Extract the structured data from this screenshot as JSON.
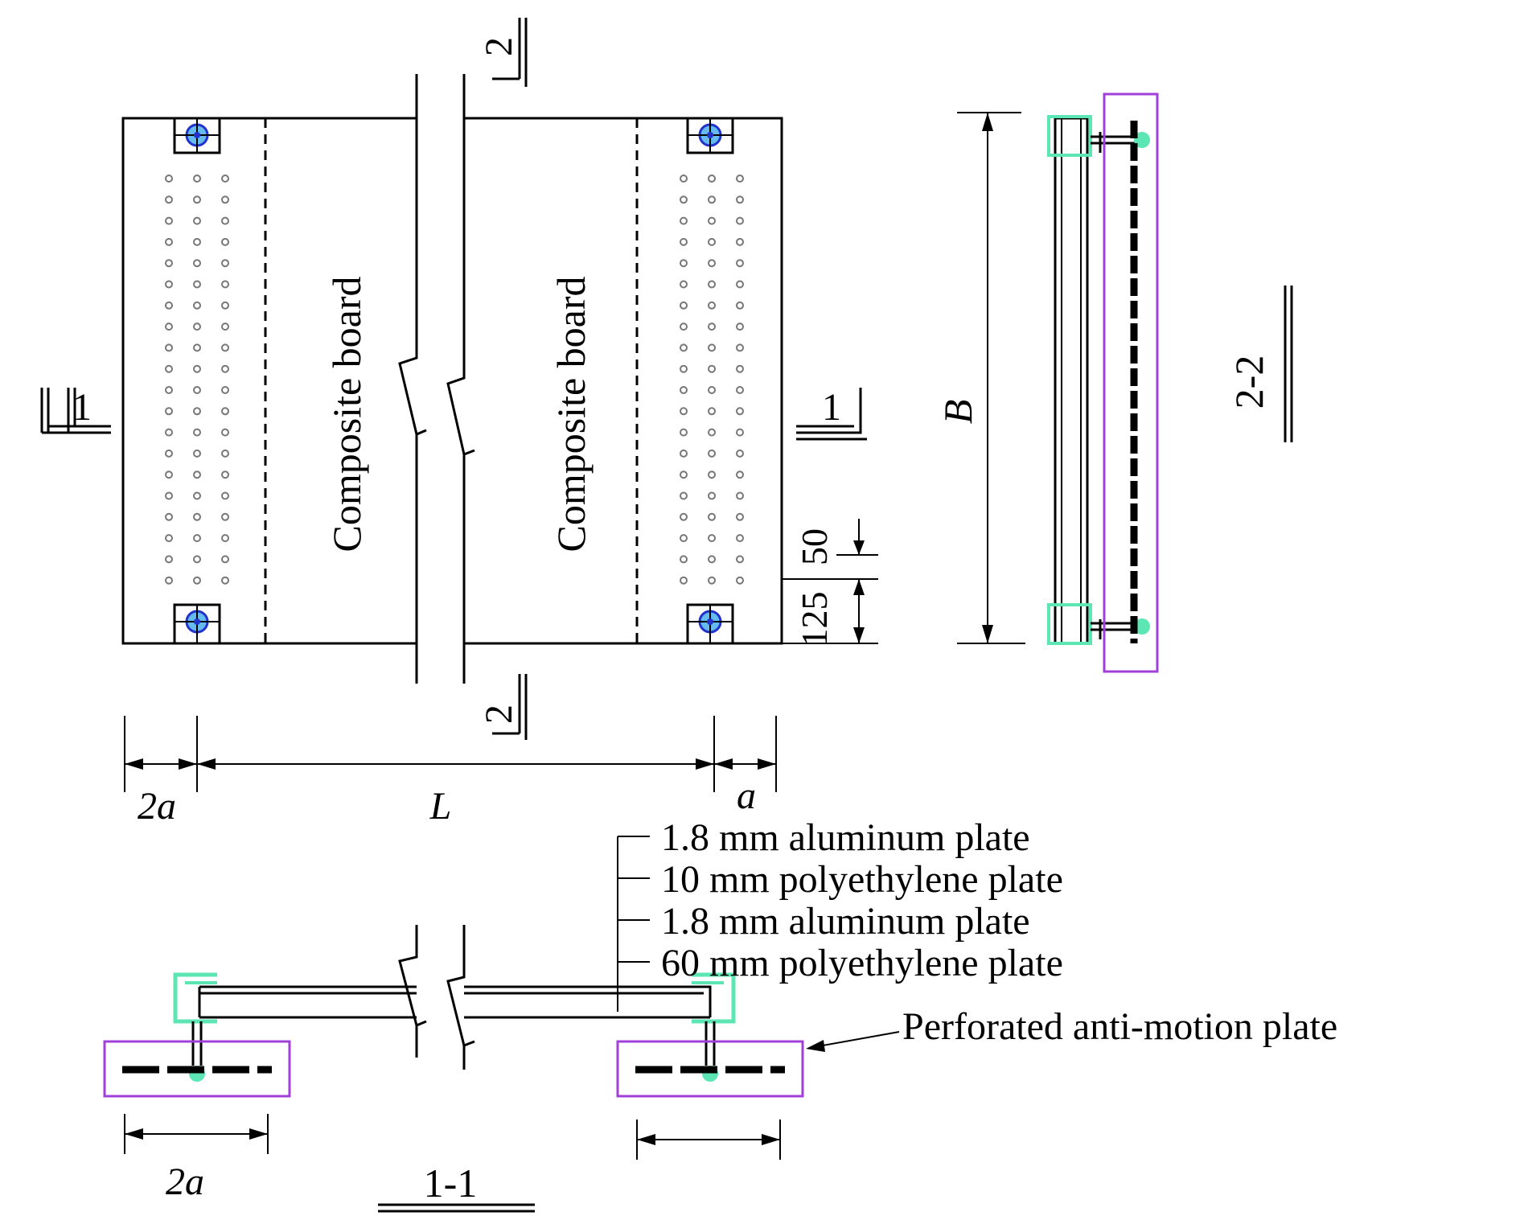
{
  "plan": {
    "board_left": "Composite board",
    "board_right": "Composite board",
    "section_1_left": "1",
    "section_1_right": "1",
    "section_2_top": "2",
    "section_2_bottom": "2",
    "dim_2a": "2a",
    "dim_L": "L",
    "dim_a": "a",
    "dim_125": "125",
    "dim_50": "50"
  },
  "side_view": {
    "dim_B": "B",
    "title": "2-2"
  },
  "section_view": {
    "title": "1-1",
    "dim_2a": "2a",
    "layers": [
      "1.8 mm aluminum plate",
      "10 mm polyethylene plate",
      "1.8 mm aluminum plate",
      "60 mm polyethylene plate"
    ],
    "anti_motion_label": "Perforated anti-motion plate"
  },
  "colors": {
    "line": "#000000",
    "clamp": "#5ce6b4",
    "anti_motion_frame": "#a040d8",
    "bolt": "#2233cc",
    "bolt_ring": "#66bbee"
  }
}
